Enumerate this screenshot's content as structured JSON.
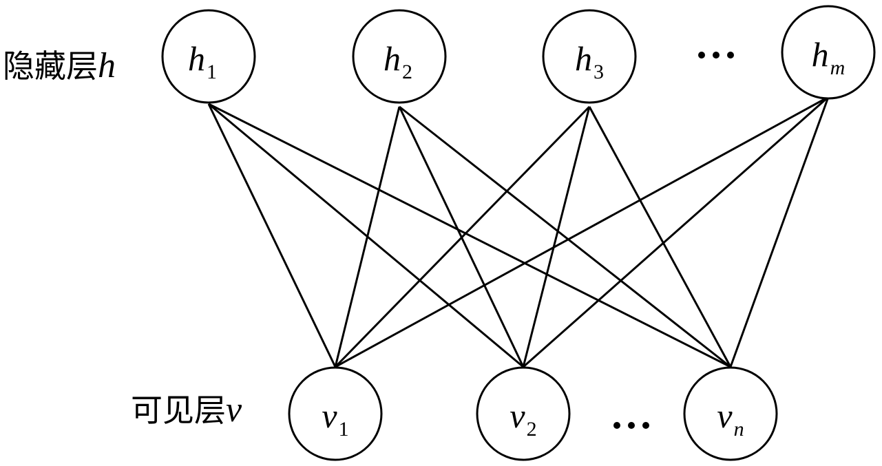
{
  "hidden_layer": {
    "label": "隐藏层",
    "symbol": "h",
    "nodes": [
      {
        "var": "h",
        "sub": "1"
      },
      {
        "var": "h",
        "sub": "2"
      },
      {
        "var": "h",
        "sub": "3"
      },
      {
        "var": "h",
        "sub": "m"
      }
    ],
    "ellipsis": "…"
  },
  "visible_layer": {
    "label": "可见层",
    "symbol": "v",
    "nodes": [
      {
        "var": "v",
        "sub": "1"
      },
      {
        "var": "v",
        "sub": "2"
      },
      {
        "var": "v",
        "sub": "n"
      }
    ],
    "ellipsis": "…"
  },
  "connections": "fully connected between hidden and visible layers",
  "colors": {
    "line": "#000000",
    "node_fill": "#ffffff"
  }
}
